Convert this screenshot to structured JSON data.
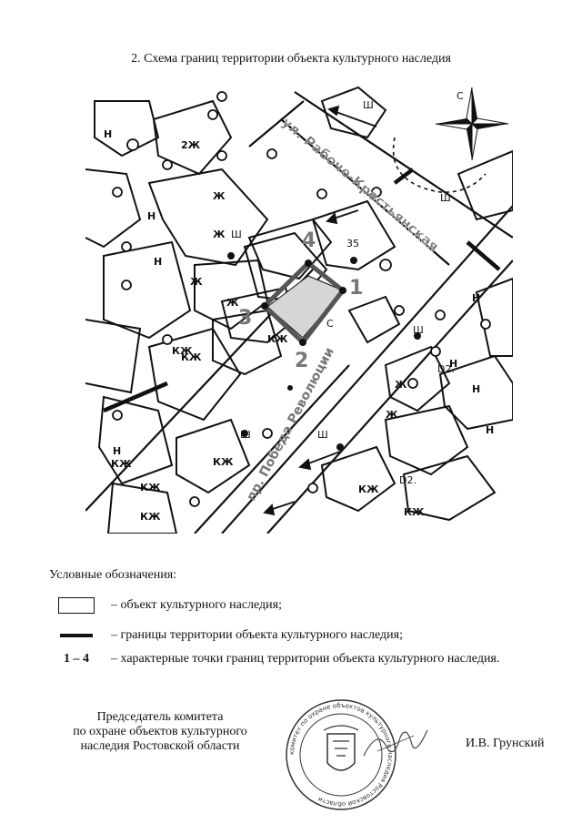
{
  "document": {
    "title": "2. Схема границ территории объекта культурного наследия"
  },
  "map": {
    "street_top": "ул. Рабоче-Крестьянская",
    "street_bottom": "пр. Победа Революции",
    "point_labels": [
      "1",
      "2",
      "3",
      "4"
    ],
    "building_labels": [
      "2Ж",
      "Ж",
      "Н",
      "Н",
      "КЖ",
      "КЖ",
      "КЖ",
      "Ж",
      "Н",
      "Ж",
      "Н",
      "КЖ",
      "КЖ",
      "КЖ",
      "Ж",
      "Н",
      "Н",
      "Н",
      "КЖ",
      "КЖ",
      "КЖ",
      "Ж",
      "Н",
      "Ж"
    ],
    "misc_labels": [
      "35",
      "D2.",
      "D2.",
      "Ш",
      "Ш",
      "Ш",
      "Ш",
      "Ш",
      "C",
      "C",
      "Ш"
    ]
  },
  "legend": {
    "title": "Условные обозначения:",
    "items": [
      {
        "symbol": "box",
        "text": "– объект культурного наследия;"
      },
      {
        "symbol": "line",
        "text": "– границы территории объекта культурного наследия;"
      },
      {
        "symbol": "1 – 4",
        "text": "– характерные точки границ территории объекта культурного наследия."
      }
    ]
  },
  "signature_block": {
    "position_line1": "Председатель комитета",
    "position_line2": "по охране объектов культурного",
    "position_line3": "наследия Ростовской области",
    "name": "И.В. Грунский"
  },
  "stamp": {
    "text": "комитет по охране объектов культурного наследия Ростовской области"
  }
}
